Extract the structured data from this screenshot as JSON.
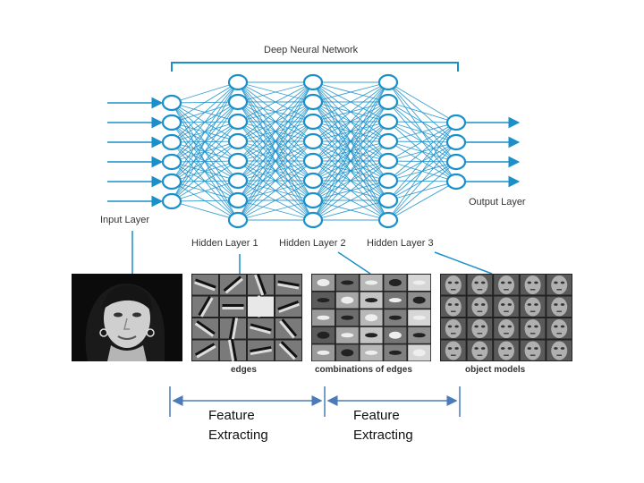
{
  "title": "Deep Neural Network",
  "layers": [
    {
      "name": "Input Layer",
      "nodes": 6,
      "arrows_in": true
    },
    {
      "name": "Hidden Layer 1",
      "nodes": 8
    },
    {
      "name": "Hidden Layer 2",
      "nodes": 8
    },
    {
      "name": "Hidden Layer 3",
      "nodes": 8
    },
    {
      "name": "Output Layer",
      "nodes": 4,
      "arrows_out": true
    }
  ],
  "images": [
    {
      "name": "input-face",
      "caption": ""
    },
    {
      "name": "edges",
      "caption": "edges"
    },
    {
      "name": "combinations-of-edges",
      "caption": "combinations of edges"
    },
    {
      "name": "object-models",
      "caption": "object models"
    }
  ],
  "feature_extracting": [
    "Feature\nExtracting",
    "Feature\nExtracting"
  ],
  "colors": {
    "network": "#1a8fc9",
    "node_fill": "#ffffff",
    "text": "#333333",
    "bracket": "#4a7ab8"
  }
}
